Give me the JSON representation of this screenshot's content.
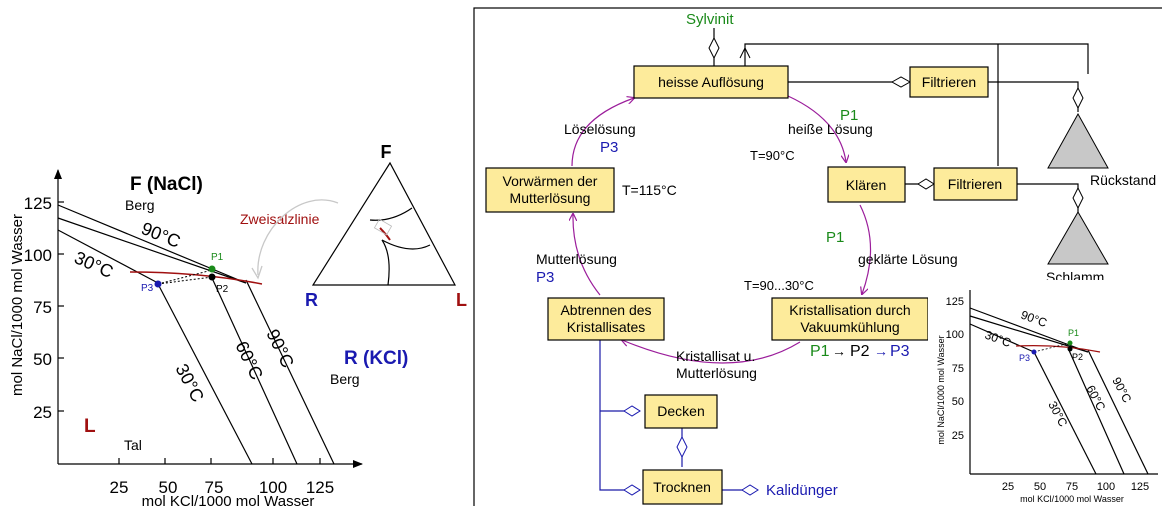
{
  "left_chart": {
    "ylabel": "mol NaCl/1000 mol Wasser",
    "xlabel": "mol KCl/1000 mol Wasser",
    "yticks": [
      "125",
      "100",
      "75",
      "50",
      "25"
    ],
    "xticks": [
      "25",
      "50",
      "75",
      "100",
      "125"
    ],
    "corner_F": "F (NaCl)",
    "corner_F_sub": "Berg",
    "corner_R": "R (KCl)",
    "corner_R_sub": "Berg",
    "corner_L": "L",
    "corner_L_sub": "Tal",
    "isotherm_90_upper": "90°C",
    "isotherm_30_upper": "30°C",
    "isotherm_90_lower": "90°C",
    "isotherm_60_lower": "60°C",
    "isotherm_30_lower": "30°C",
    "p1": "P1",
    "p2": "P2",
    "p3": "P3",
    "zweisalz": "Zweisalzlinie",
    "triangle_F": "F",
    "triangle_R": "R",
    "triangle_L": "L"
  },
  "flow": {
    "sylvinit": "Sylvinit",
    "heisse_aufloesung": "heisse Auflösung",
    "filtrieren_1": "Filtrieren",
    "filtrieren_2": "Filtrieren",
    "klaeren": "Klären",
    "vorwaermen_1": "Vorwärmen der",
    "vorwaermen_2": "Mutterlösung",
    "t115": "T=115°C",
    "t90": "T=90°C",
    "t90_30": "T=90...30°C",
    "abtrennen_1": "Abtrennen des",
    "abtrennen_2": "Kristallisates",
    "kristallisation_1": "Kristallisation durch",
    "kristallisation_2": "Vakuumkühlung",
    "decken": "Decken",
    "trocknen": "Trocknen",
    "kalidunger": "Kalidünger",
    "rueckstand": "Rückstand",
    "schlamm": "Schlamm",
    "loeseloesung": "Löselösung",
    "p3_a": "P3",
    "heisse_loesung": "heiße Lösung",
    "p1_a": "P1",
    "p1_b": "P1",
    "geklaerte_loesung": "geklärte Lösung",
    "mutterloesung": "Mutterlösung",
    "p3_b": "P3",
    "kristallisat_1": "Kristallisat u.",
    "kristallisat_2": "Mutterlösung",
    "seq_p1": "P1",
    "seq_arrow1": "→",
    "seq_p2": "P2",
    "seq_arrow2": "→",
    "seq_p3": "P3"
  },
  "small_chart": {
    "ylabel": "mol NaCl/1000 mol Wasser",
    "xlabel": "mol KCl/1000 mol Wasser",
    "yticks": [
      "125",
      "100",
      "75",
      "50",
      "25"
    ],
    "xticks": [
      "25",
      "50",
      "75",
      "100",
      "125"
    ],
    "iso_90_upper": "90°C",
    "iso_30_upper": "30°C",
    "iso_90_lower": "90°C",
    "iso_60_lower": "60°C",
    "iso_30_lower": "30°C",
    "p1": "P1",
    "p2": "P2",
    "p3": "P3"
  },
  "colors": {
    "box_fill": "#fdeb9b",
    "purple": "#9b1d9b",
    "blue": "#1a1ab0",
    "green": "#1a8a1a",
    "red": "#a01010",
    "gray": "#c8c8c8"
  }
}
